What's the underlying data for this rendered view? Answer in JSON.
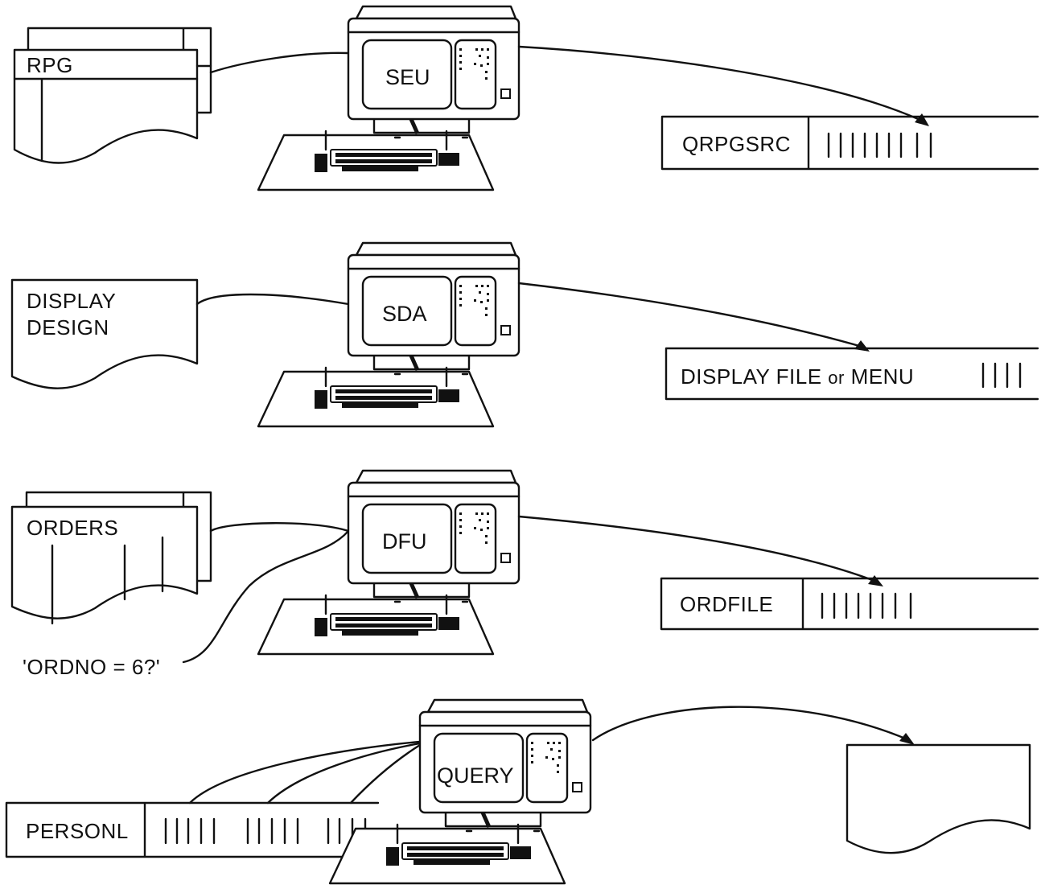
{
  "tools": [
    {
      "id": "seu",
      "label": "SEU"
    },
    {
      "id": "sda",
      "label": "SDA"
    },
    {
      "id": "dfu",
      "label": "DFU"
    },
    {
      "id": "query",
      "label": "QUERY"
    }
  ],
  "inputs": {
    "rpg": "RPG",
    "display_design": [
      "DISPLAY",
      "DESIGN"
    ],
    "orders": "ORDERS",
    "ordno_query": "'ORDNO = 6?'",
    "personl": "PERSONL"
  },
  "outputs": {
    "qrpgsrc": "QRPGSRC",
    "display_file_pre": "DISPLAY FILE ",
    "display_file_or": "or",
    "display_file_post": " MENU",
    "ordfile": "ORDFILE"
  }
}
